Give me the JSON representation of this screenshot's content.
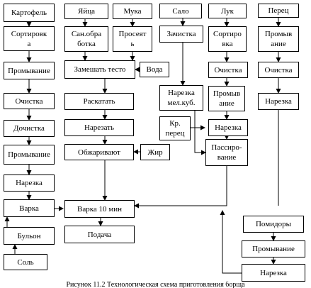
{
  "nodes": {
    "kartofel": "Картофель",
    "sortirovka1": "Сортировк\nа",
    "promyvanie1": "Промывание",
    "ochistka1": "Очистка",
    "dochistka": "Дочистка",
    "promyvanie2": "Промывание",
    "narezka1": "Нарезка",
    "varka": "Варка",
    "bulon": "Бульон",
    "sol": "Соль",
    "yaica": "Яйца",
    "mука": "Мука",
    "sanobrabotka": "Сан.обра\nботка",
    "proseyat": "Просеят\nь",
    "zameshat": "Замешать тесто",
    "voda": "Вода",
    "raskatat": "Раскатать",
    "narezat": "Нарезать",
    "obzharivayut": "Обжаривают",
    "zhir": "Жир",
    "varka10": "Варка 10 мин",
    "podacha": "Подача",
    "salo": "Сало",
    "zachistka": "Зачистка",
    "narezka_melkub": "Нарезка\nмел.куб.",
    "kr_perec": "Кр.\nперец",
    "luk": "Лук",
    "sortirovka2": "Сортиро\nвка",
    "ochistka2": "Очистка",
    "promyvanie3": "Промыв\nание",
    "narezka2": "Нарезка",
    "passirovanie": "Пассиро-\nвание",
    "perec": "Перец",
    "promyvanie4": "Промыв\nание",
    "ochistka3": "Очистка",
    "narezka3": "Нарезка",
    "pomidory": "Помидоры",
    "promyvanie5": "Промывание",
    "narezka4": "Нарезка"
  },
  "caption": "Рисунок 11.2 Технологическая схема приготовления борща"
}
